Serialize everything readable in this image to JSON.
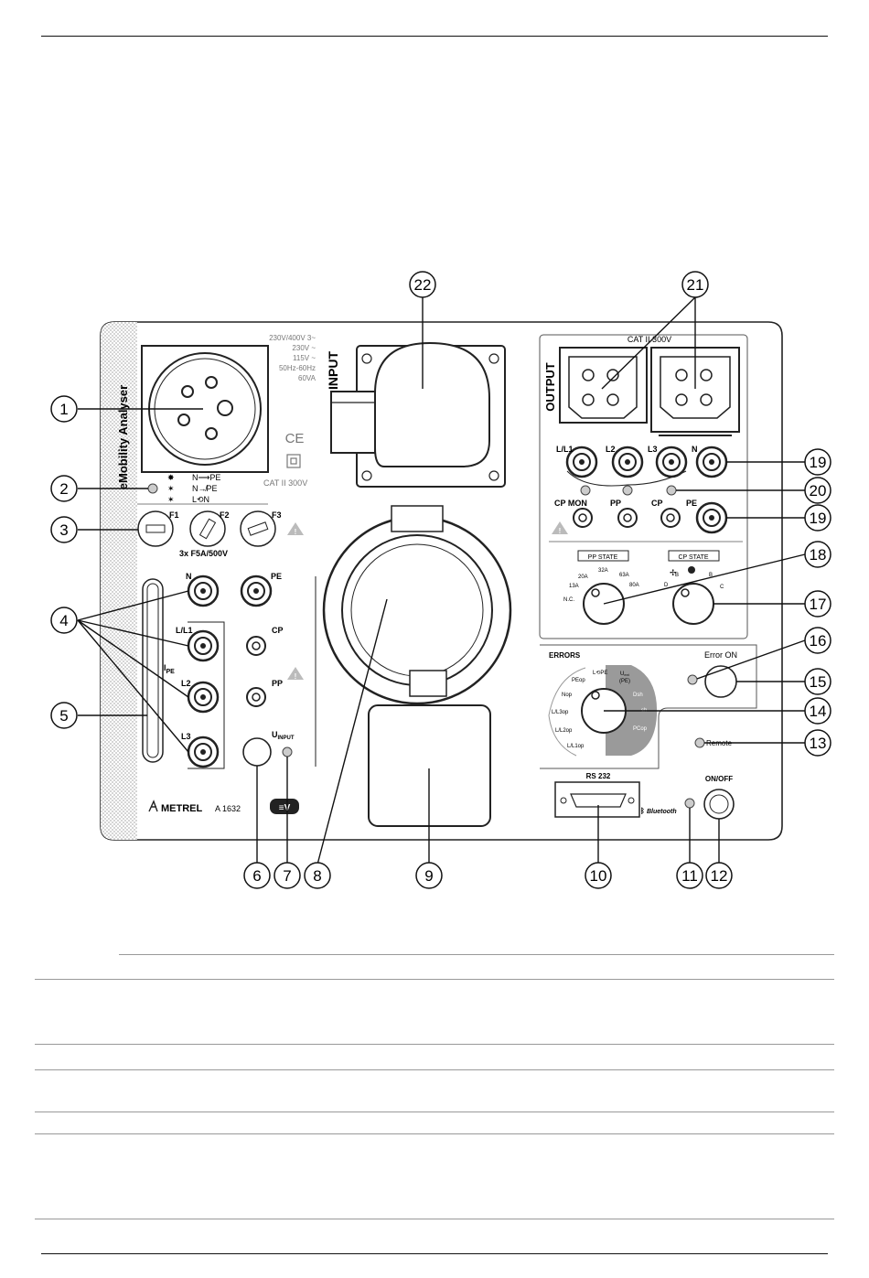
{
  "panel": {
    "side_label": "eMobility Analyser",
    "input_label": "INPUT",
    "output_label": "OUTPUT",
    "rating_lines": [
      "230V/400V 3~",
      "230V ~",
      "115V ~",
      "50Hz-60Hz",
      "60VA"
    ],
    "ce_mark": "CE",
    "cat_input": "CAT II 300V",
    "cat_output": "CAT II 300V",
    "status_legend": [
      "N⟶PE",
      "N↛PE",
      "L⟲N"
    ],
    "fuses": [
      "F1",
      "F2",
      "F3"
    ],
    "fuse_rating": "3x F5A/500V",
    "left_terminals": [
      "N",
      "L/L1",
      "L2",
      "L3"
    ],
    "mid_terminals": [
      "PE",
      "CP",
      "PP"
    ],
    "ipe_label": "I",
    "ipe_sub": "PE",
    "uinput_label": "U",
    "uinput_sub": "INPUT",
    "brand": "METREL",
    "model": "A 1632",
    "out_terminals": [
      "L/L1",
      "L2",
      "L3",
      "N"
    ],
    "cp_terminals": [
      "CP MON",
      "PP",
      "CP",
      "PE"
    ],
    "pp_state_title": "PP STATE",
    "pp_state_positions": [
      "20A",
      "32A",
      "63A",
      "80A",
      "13A",
      "N.C."
    ],
    "cp_state_title": "CP STATE",
    "cp_state_positions": [
      "B",
      "B",
      "C",
      "D"
    ],
    "errors_title": "ERRORS",
    "error_positions": [
      "PEop",
      "L⟲PE",
      "U",
      "(PE)",
      "Nop",
      "L/L3op",
      "L/L2op",
      "L/L1op",
      "sh",
      "Dsh",
      "PCop"
    ],
    "upe_sub": "ext",
    "error_on_label": "Error ON",
    "remote_label": "Remote",
    "rs232_label": "RS 232",
    "bluetooth_label": "Bluetooth",
    "onoff_label": "ON/OFF"
  },
  "callouts": [
    "1",
    "2",
    "3",
    "4",
    "5",
    "6",
    "7",
    "8",
    "9",
    "10",
    "11",
    "12",
    "13",
    "14",
    "15",
    "16",
    "17",
    "18",
    "19",
    "19",
    "20",
    "21",
    "22"
  ],
  "colors": {
    "line": "#111111",
    "panel_fill": "#ffffff",
    "hatch": "#cfcfcf",
    "error_grey": "#9a9a9a"
  }
}
